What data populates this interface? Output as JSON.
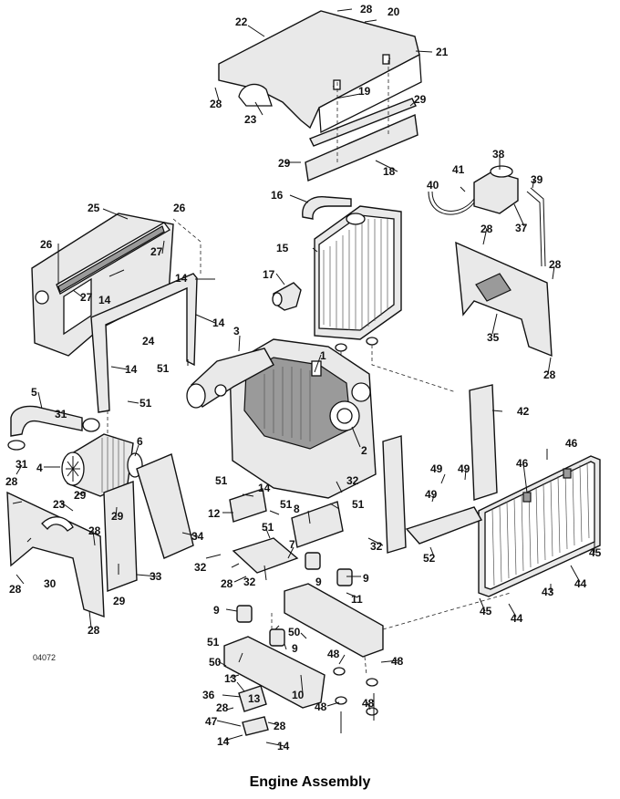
{
  "title": "Engine Assembly",
  "drawing_code": "04072",
  "callouts": [
    "1",
    "2",
    "3",
    "4",
    "5",
    "6",
    "7",
    "8",
    "9",
    "10",
    "11",
    "12",
    "13",
    "14",
    "15",
    "16",
    "17",
    "18",
    "19",
    "20",
    "21",
    "22",
    "23",
    "24",
    "25",
    "26",
    "27",
    "28",
    "29",
    "30",
    "31",
    "32",
    "33",
    "34",
    "35",
    "36",
    "37",
    "38",
    "39",
    "40",
    "41",
    "42",
    "43",
    "44",
    "45",
    "46",
    "47",
    "48",
    "49",
    "50",
    "51",
    "52"
  ]
}
